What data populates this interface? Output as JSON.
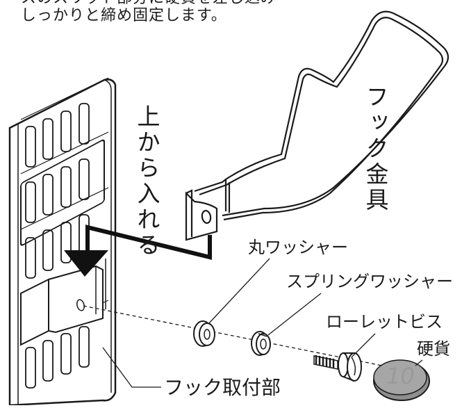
{
  "intro": {
    "line1": "スのスリット部分に硬貨を差し込み",
    "line2": "しっかりと締め固定します。"
  },
  "labels": {
    "insert_from_top": "上から入れる",
    "hook_metal": "フック金具",
    "round_washer": "丸ワッシャー",
    "spring_washer": "スプリングワッシャー",
    "knurled_screw": "ローレットビス",
    "coin": "硬貨",
    "hook_mount": "フック取付部"
  },
  "coin_value": "10"
}
